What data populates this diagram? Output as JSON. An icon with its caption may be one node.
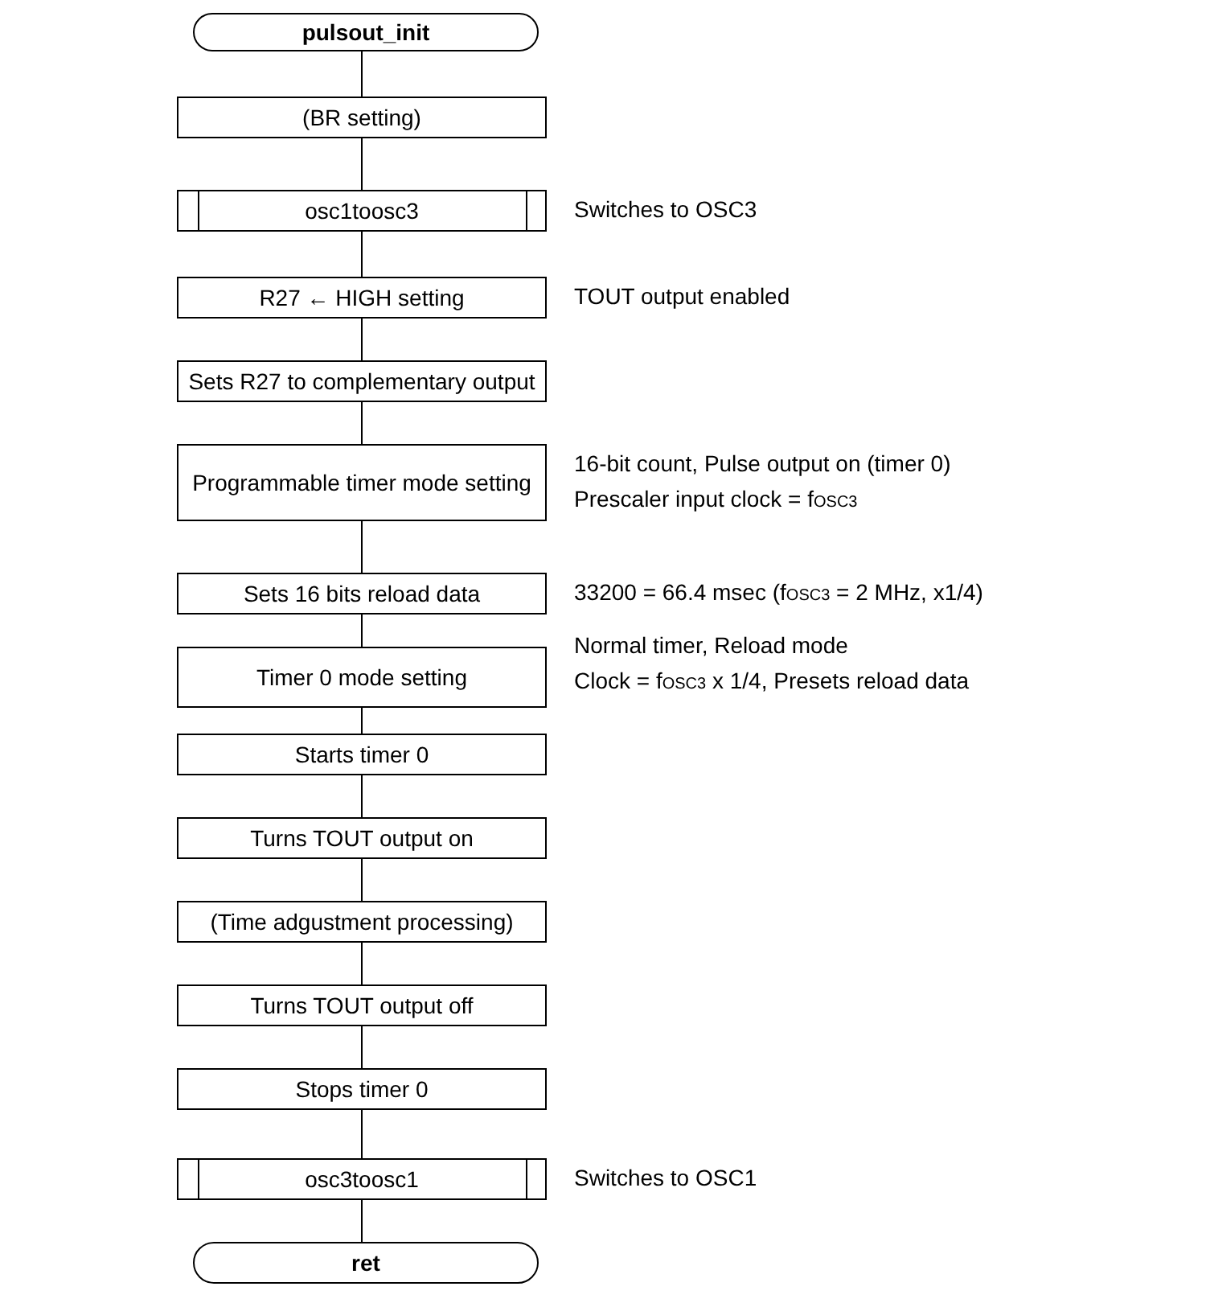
{
  "diagram": {
    "nodes": [
      {
        "text": [
          "pulsout_init"
        ]
      },
      {
        "text": [
          "(BR setting)"
        ]
      },
      {
        "text": [
          "osc1toosc3"
        ],
        "beside": [
          "Switches to OSC3"
        ]
      },
      {
        "text": [
          "R27 ← HIGH setting"
        ],
        "beside": [
          "TOUT output enabled"
        ]
      },
      {
        "text": [
          "Sets R27 to complementary output"
        ]
      },
      {
        "text": [
          "Programmable timer mode setting"
        ],
        "beside": [
          "16-bit count, Pulse output on (timer 0)",
          "Prescaler input clock = f$_{OSC3}$"
        ]
      },
      {
        "text": [
          "Sets 16 bits reload data"
        ],
        "beside": [
          "33200 = 66.4 msec (f$_{OSC3}$ = 2 MHz, x1/4)"
        ]
      },
      {
        "text": [
          "Timer 0 mode setting"
        ],
        "beside": [
          "Normal timer, Reload mode",
          "Clock = f$_{OSC3}$ x 1/4, Presets reload data"
        ]
      },
      {
        "text": [
          "Starts timer 0"
        ]
      },
      {
        "text": [
          "Turns TOUT output on"
        ]
      },
      {
        "text": [
          "(Time adgustment processing)"
        ]
      },
      {
        "text": [
          "Turns TOUT output off"
        ]
      },
      {
        "text": [
          "Stops timer 0"
        ]
      },
      {
        "text": [
          "osc3toosc1"
        ],
        "beside": [
          "Switches to OSC1"
        ]
      },
      {
        "text": [
          "ret"
        ]
      }
    ],
    "edges": [
      {
        "from": 0,
        "to": 1,
        "arrow": "none"
      },
      {
        "from": 1,
        "to": 2,
        "arrow": "none"
      },
      {
        "from": 2,
        "to": 3,
        "arrow": "none"
      },
      {
        "from": 3,
        "to": 4,
        "arrow": "none"
      },
      {
        "from": 4,
        "to": 5,
        "arrow": "none"
      },
      {
        "from": 5,
        "to": 6,
        "arrow": "none"
      },
      {
        "from": 6,
        "to": 7,
        "arrow": "none"
      },
      {
        "from": 7,
        "to": 8,
        "arrow": "none"
      },
      {
        "from": 8,
        "to": 9,
        "arrow": "none"
      },
      {
        "from": 9,
        "to": 10,
        "arrow": "none"
      },
      {
        "from": 10,
        "to": 11,
        "arrow": "none"
      },
      {
        "from": 11,
        "to": 12,
        "arrow": "none"
      },
      {
        "from": 12,
        "to": 13,
        "arrow": "none"
      },
      {
        "from": 13,
        "to": 14,
        "arrow": "none"
      }
    ]
  }
}
